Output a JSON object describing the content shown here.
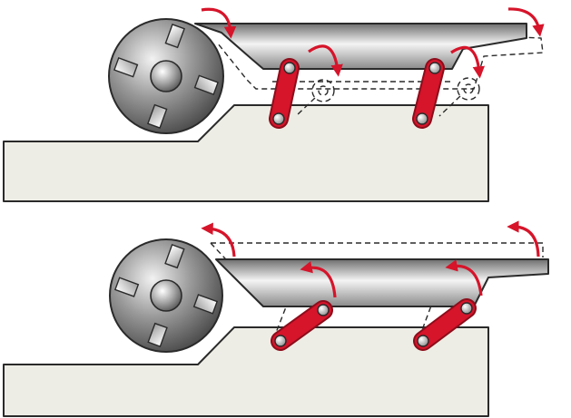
{
  "colors": {
    "background": "#ffffff",
    "base": "#eeede5",
    "outline": "#2a2a2a",
    "link": "#d6142a",
    "link_dark": "#8c0d1b",
    "arrow": "#d6142a",
    "pin_light": "#ffffff",
    "pin_dark": "#8e8e8e",
    "dashed": "#2a2a2a"
  },
  "icons": {
    "cutter": "rotary-cutter-head-icon",
    "table": "planer-table-icon",
    "link": "parallelogram-link-icon",
    "arrow": "rotation-arrow-icon"
  },
  "panels": [
    {
      "id": "table-lowered",
      "state": "lowered"
    },
    {
      "id": "table-raised",
      "state": "raised"
    }
  ]
}
